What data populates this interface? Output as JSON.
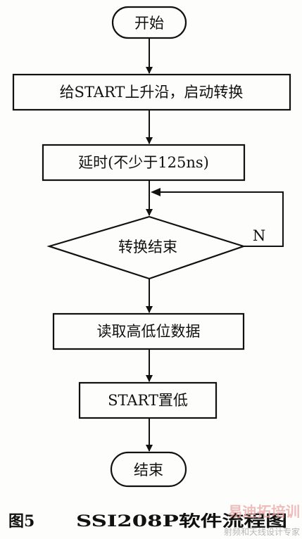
{
  "flowchart": {
    "start": "开始",
    "step1": "给START上升沿，启动转换",
    "step2": "延时(不少于125ns)",
    "decision": "转换结束",
    "decision_no": "N",
    "step3": "读取高低位数据",
    "step4": "START置低",
    "end": "结束"
  },
  "caption": {
    "label": "图5",
    "title": "SSI208P软件流程图"
  },
  "watermark": {
    "brand": "易迪拓培训",
    "tagline": "射频和天线设计专家"
  }
}
